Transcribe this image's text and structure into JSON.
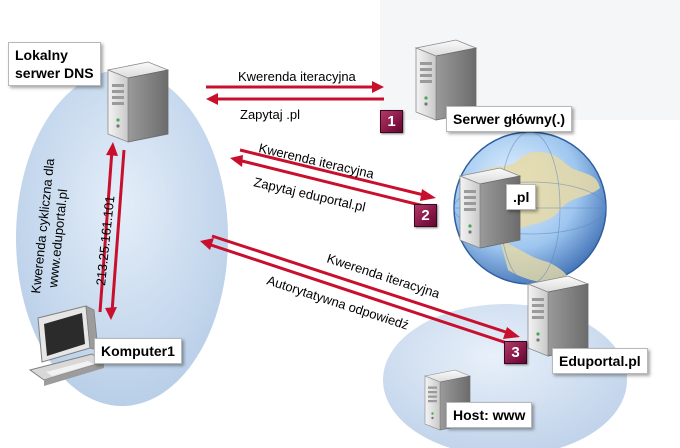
{
  "nodes": {
    "local_dns": {
      "line1": "Lokalny",
      "line2": "serwer DNS"
    },
    "root_server": {
      "label": "Serwer główny(.)"
    },
    "pl_server": {
      "label": ".pl"
    },
    "eduportal_server": {
      "label": "Eduportal.pl"
    },
    "computer": {
      "label": "Komputer1"
    },
    "host": {
      "label": "Host: www"
    }
  },
  "steps": [
    {
      "number": "1",
      "query": "Kwerenda iteracyjna",
      "reply": "Zapytaj .pl"
    },
    {
      "number": "2",
      "query": "Kwerenda iteracyjna",
      "reply": "Zapytaj eduportal.pl"
    },
    {
      "number": "3",
      "query": "Kwerenda iteracyjna",
      "reply": "Autorytatywna odpowiedź"
    }
  ],
  "client": {
    "query_line1": "Kwerenda cykliczna dla",
    "query_line2": "www.eduportal.pl",
    "answer": "213.25.161.101"
  },
  "colors": {
    "arrow_red": "#c8102e",
    "badge": "#8a1446",
    "bubble": "#c7d9ee"
  }
}
